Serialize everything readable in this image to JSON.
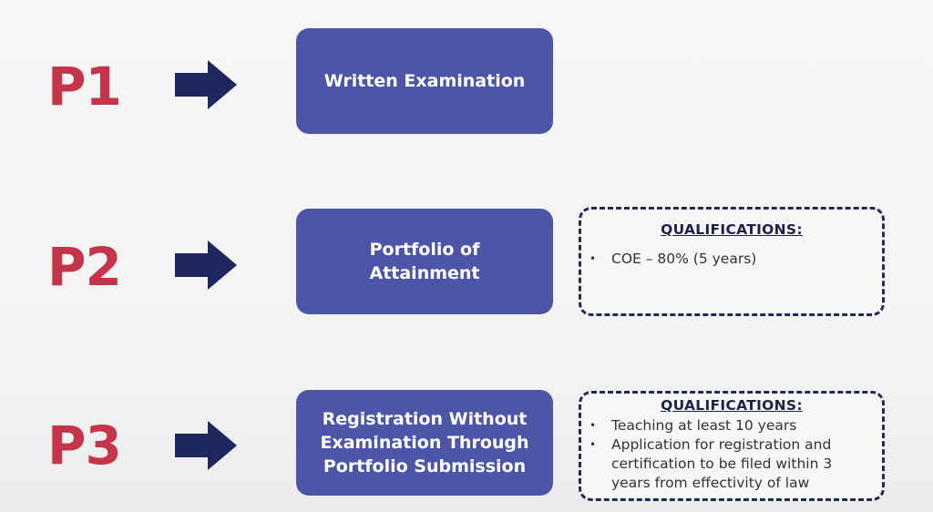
{
  "colors": {
    "label": "#c5354a",
    "box": "#4c55a6",
    "arrow": "#1f285e",
    "dash": "#232a55"
  },
  "rows": [
    {
      "label": "P1",
      "box_text": "Written Examination"
    },
    {
      "label": "P2",
      "box_text": "Portfolio of Attainment",
      "qualifications": {
        "title": "QUALIFICATIONS:",
        "items": [
          "COE – 80% (5 years)"
        ]
      }
    },
    {
      "label": "P3",
      "box_text": "Registration Without Examination Through Portfolio Submission",
      "qualifications": {
        "title": "QUALIFICATIONS:",
        "items": [
          "Teaching at least 10 years",
          "Application for registration and certification to be filed within 3 years from effectivity of law"
        ]
      }
    }
  ]
}
